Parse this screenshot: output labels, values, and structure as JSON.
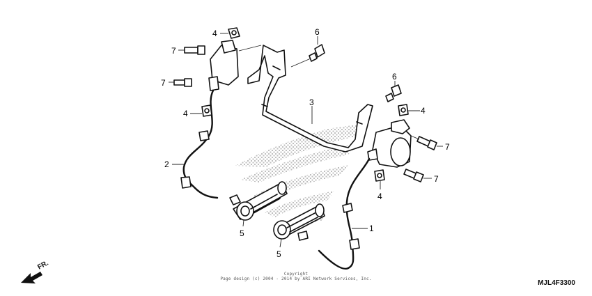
{
  "callouts": {
    "c1": "1",
    "c2": "2",
    "c3": "3",
    "c4a": "4",
    "c4b": "4",
    "c4c": "4",
    "c4d": "4",
    "c5a": "5",
    "c5b": "5",
    "c6a": "6",
    "c6b": "6",
    "c7a": "7",
    "c7b": "7",
    "c7c": "7",
    "c7d": "7"
  },
  "direction_label": "FR.",
  "copyright": {
    "line1": "Copyright",
    "line2": "Page design (c) 2004 - 2014 by ARI Network Services, Inc."
  },
  "diagram_code": "MJL4F3300",
  "watermark": "honda-wing-logo"
}
